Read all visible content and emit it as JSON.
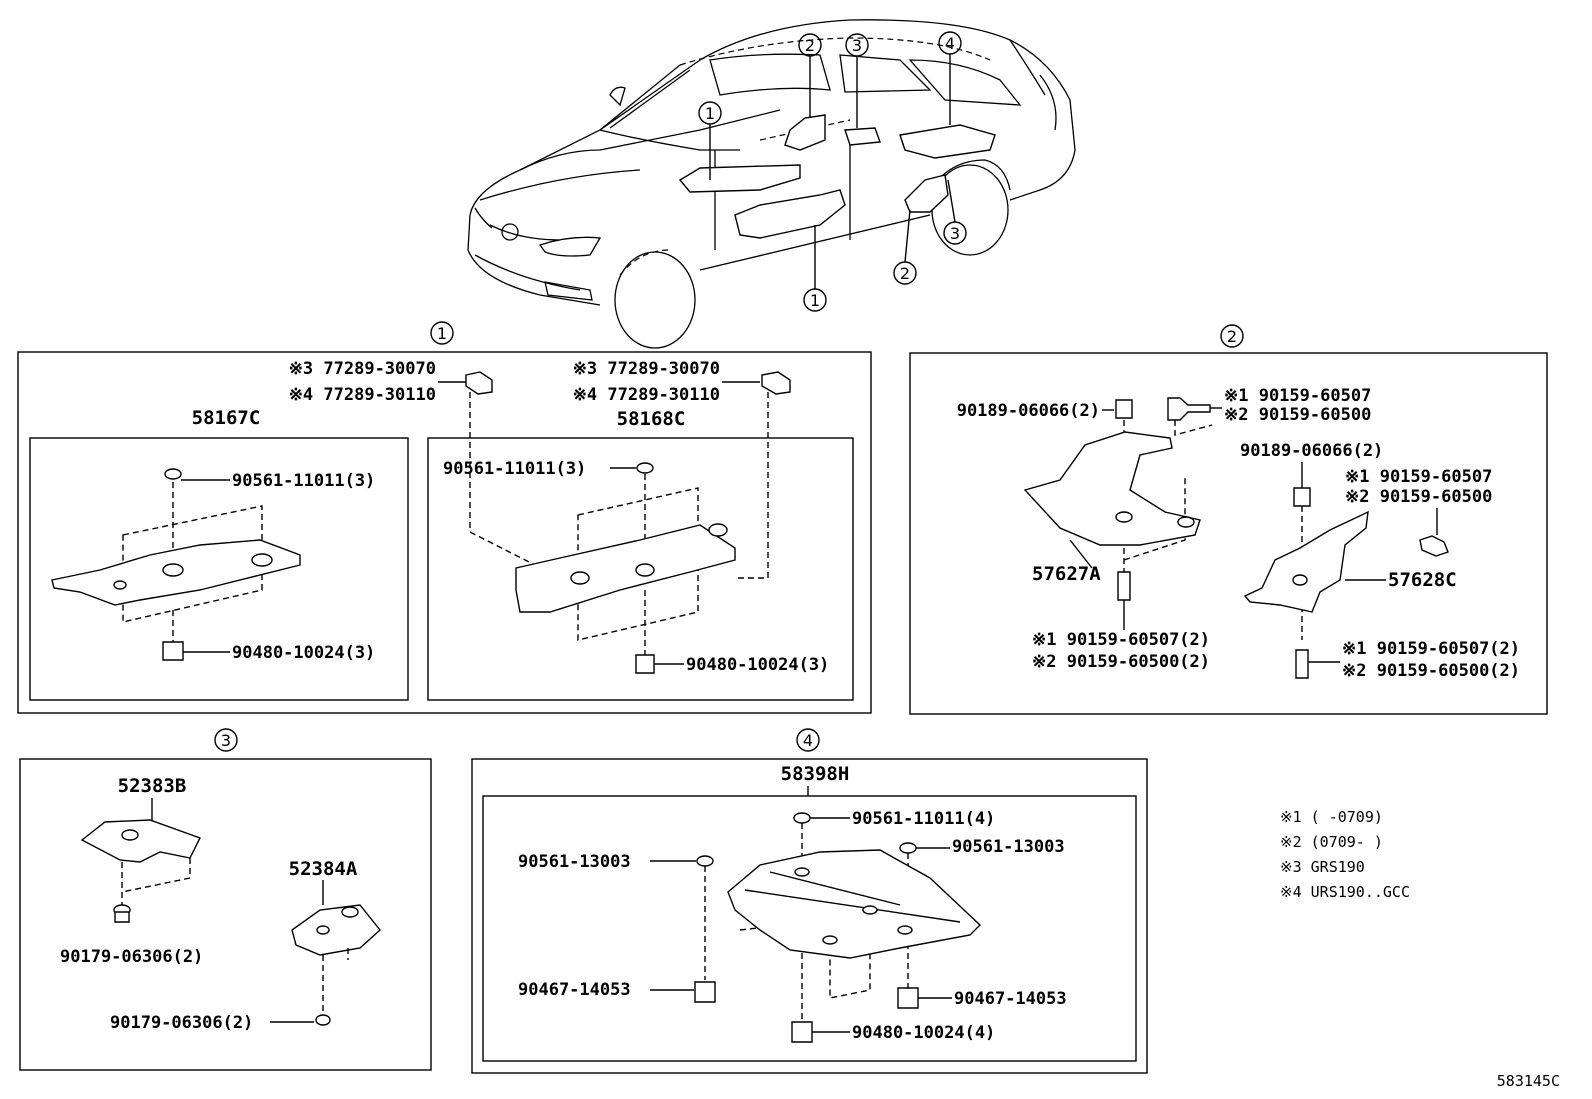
{
  "callouts": {
    "c1": "1",
    "c2": "2",
    "c3": "3",
    "c4": "4"
  },
  "s1": {
    "left_title": "58167C",
    "right_title": "58168C",
    "l_clip_a": "※3 77289-30070",
    "l_clip_b": "※4 77289-30110",
    "r_clip_a": "※3 77289-30070",
    "r_clip_b": "※4 77289-30110",
    "l_top": "90561-11011(3)",
    "l_bot": "90480-10024(3)",
    "r_top": "90561-11011(3)",
    "r_bot": "90480-10024(3)"
  },
  "s2": {
    "a": "90189-06066(2)",
    "b1": "※1 90159-60507",
    "b2": "※2 90159-60500",
    "c": "90189-06066(2)",
    "d1": "※1 90159-60507",
    "d2": "※2 90159-60500",
    "p1": "57627A",
    "p2": "57628C",
    "e1": "※1 90159-60507(2)",
    "e2": "※2 90159-60500(2)",
    "f1": "※1 90159-60507(2)",
    "f2": "※2 90159-60500(2)"
  },
  "s3": {
    "p1": "52383B",
    "p2": "52384A",
    "a": "90179-06306(2)",
    "b": "90179-06306(2)"
  },
  "s4": {
    "title": "58398H",
    "a": "90561-11011(4)",
    "b": "90561-13003",
    "c": "90561-13003",
    "d": "90467-14053",
    "e": "90467-14053",
    "f": "90480-10024(4)"
  },
  "notes": [
    "※1  (      -0709)",
    "※2  (0709-      )",
    "※3  GRS190",
    "※4  URS190..GCC"
  ],
  "ref": "583145C"
}
